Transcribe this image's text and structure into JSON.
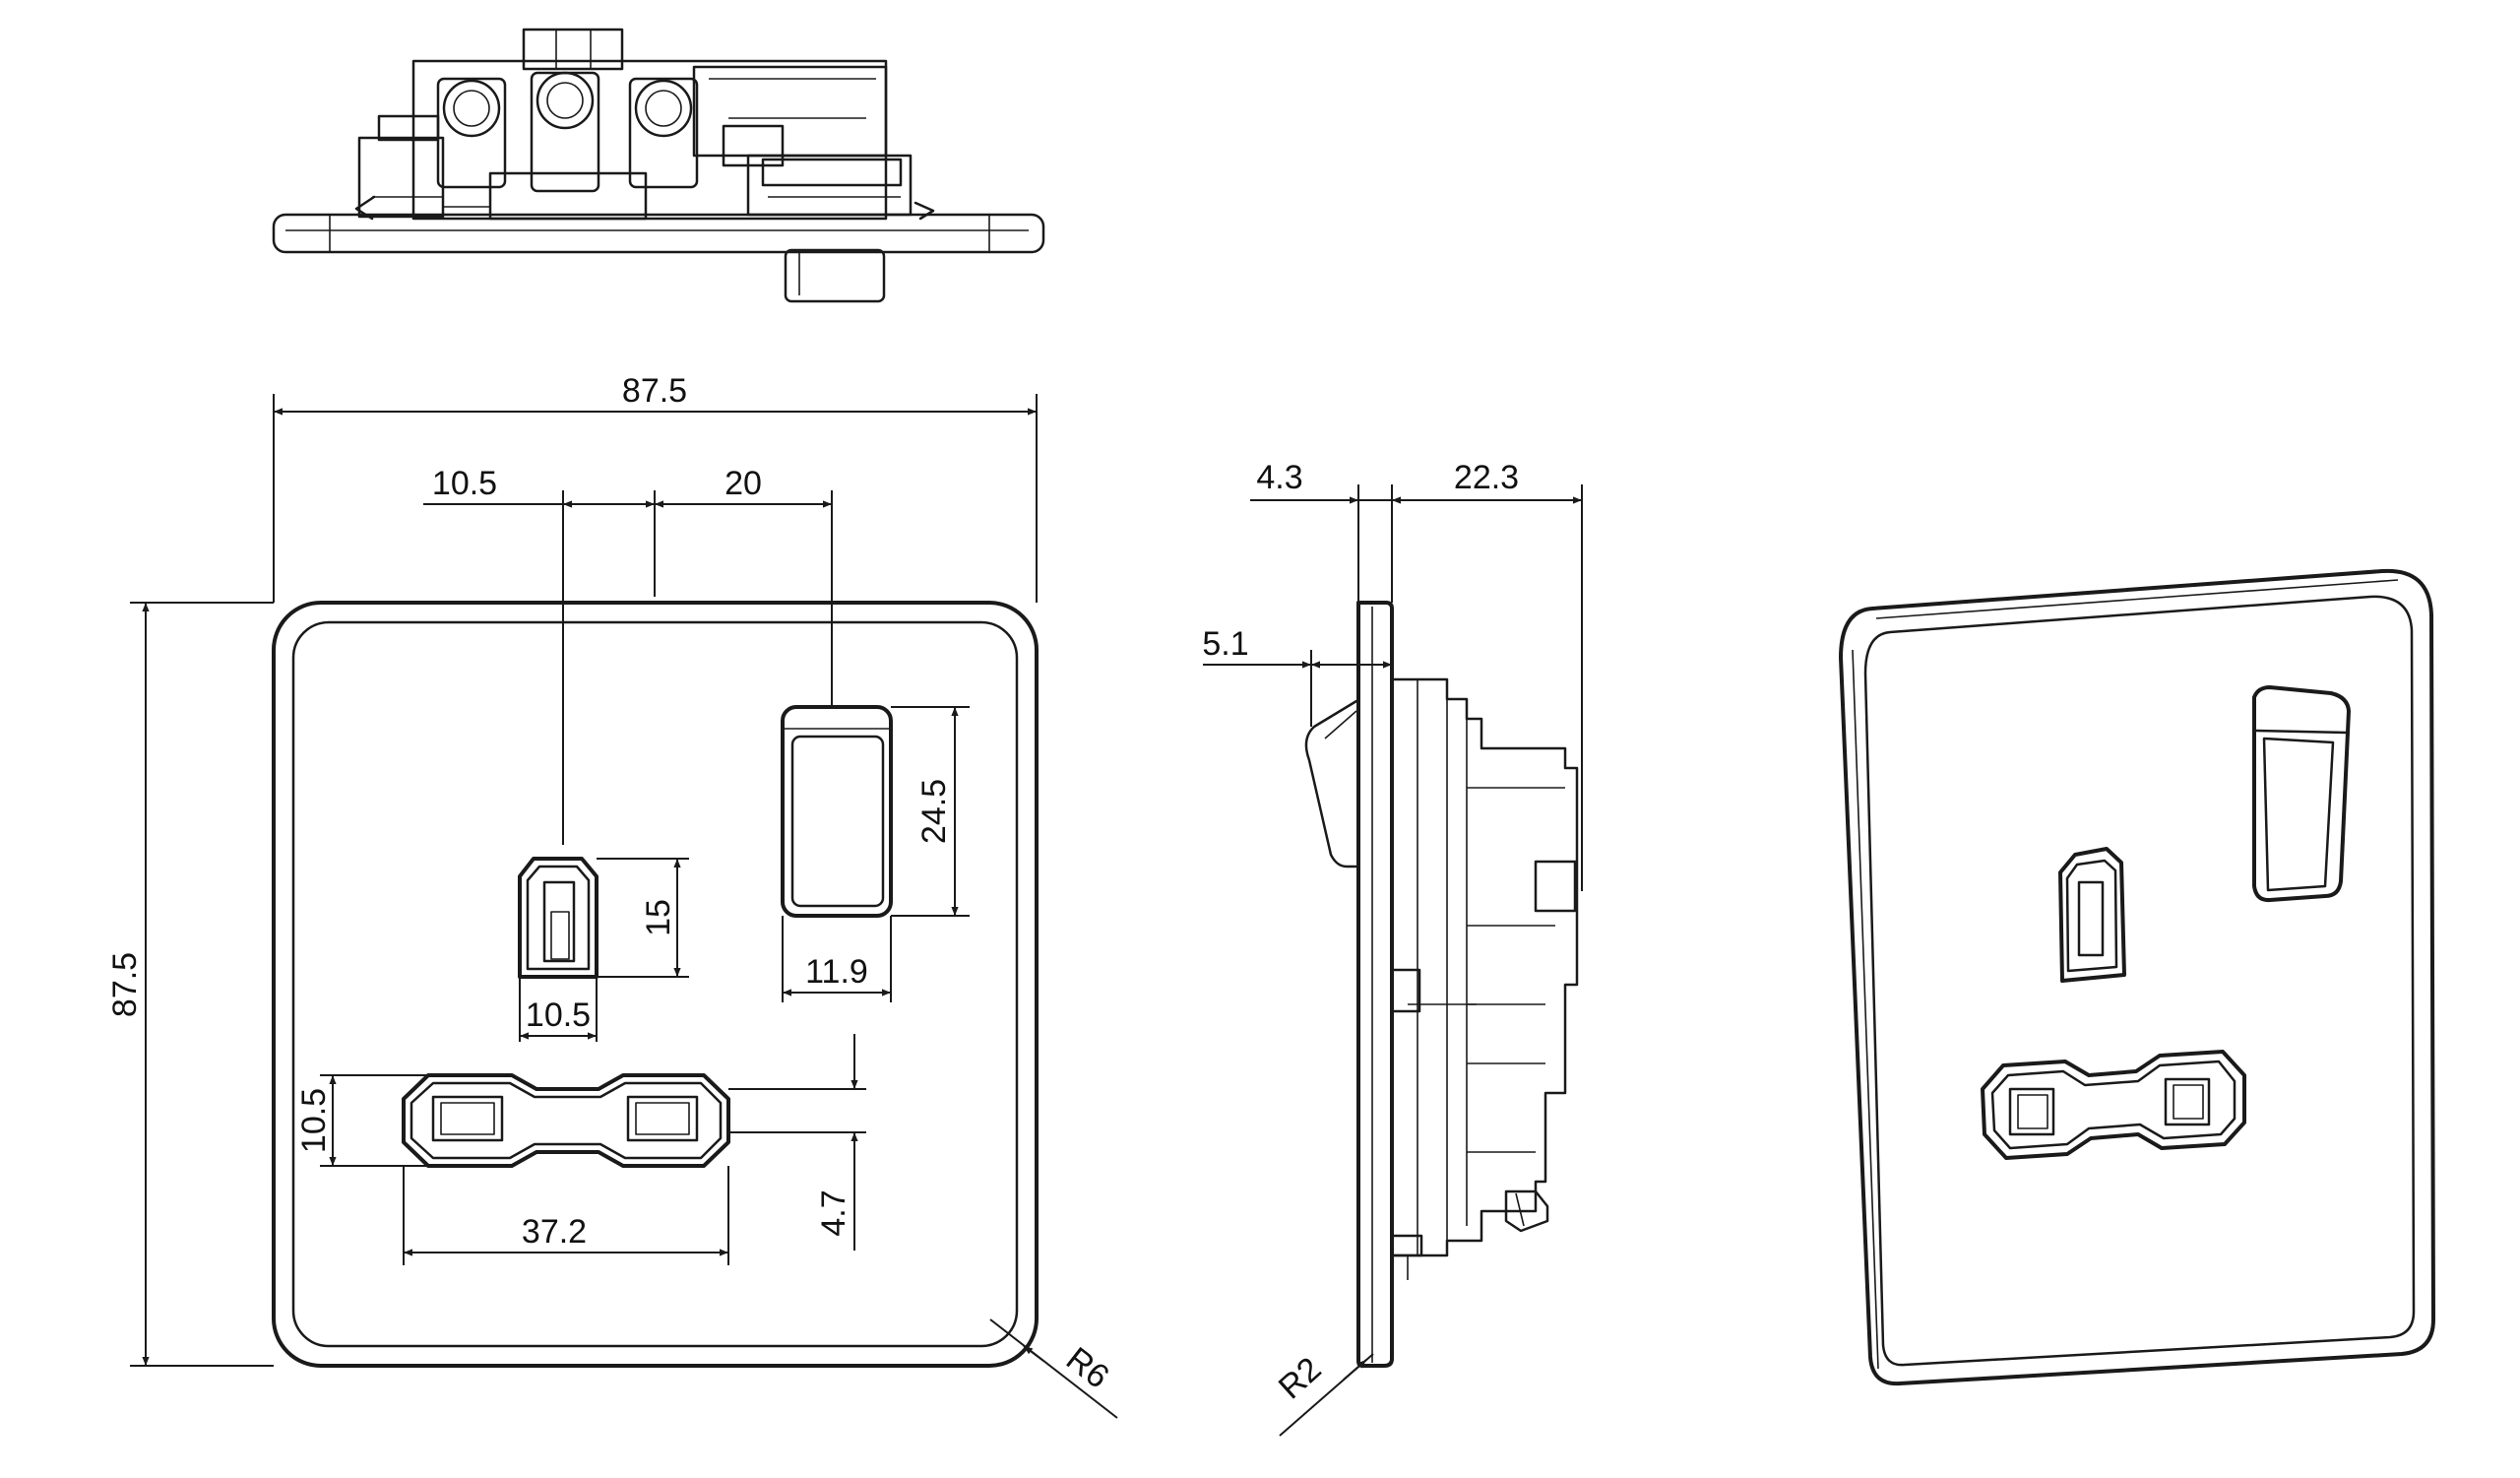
{
  "dimensions": {
    "plate_width": "87.5",
    "plate_height": "87.5",
    "earth_offset": "10.5",
    "switch_offset": "20",
    "earth_slot_height": "15",
    "earth_slot_width": "10.5",
    "switch_height": "24.5",
    "switch_width": "11.9",
    "live_neutral_height": "10.5",
    "live_neutral_width": "37.2",
    "live_neutral_offset": "4.7",
    "corner_radius_front": "R6",
    "plate_thickness": "4.3",
    "body_depth": "22.3",
    "switch_protrusion": "5.1",
    "corner_radius_side": "R2"
  }
}
